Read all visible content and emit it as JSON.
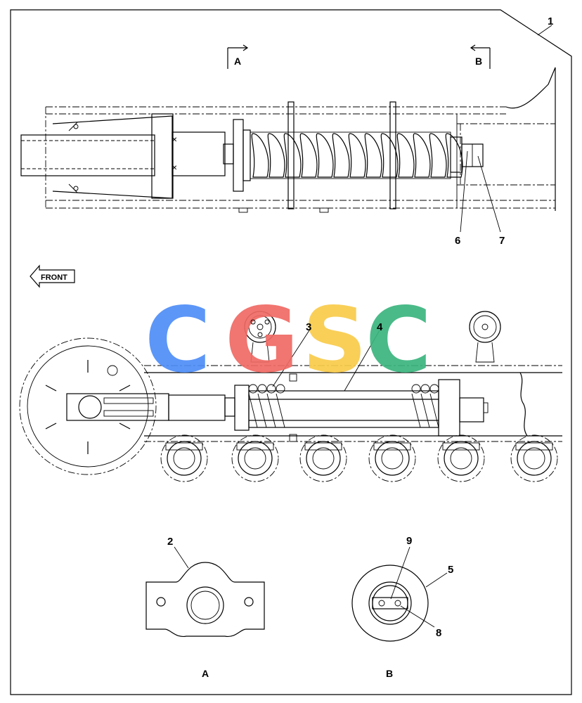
{
  "sheet": {
    "callouts": [
      "1",
      "2",
      "3",
      "4",
      "5",
      "6",
      "7",
      "8",
      "9"
    ],
    "section_markers": [
      "A",
      "B"
    ],
    "section_views": [
      "A",
      "B"
    ],
    "front_label": "FRONT"
  },
  "watermark": {
    "letters": [
      "C",
      "G",
      "S",
      "C"
    ],
    "colors": [
      "#4f8ef7",
      "#f06a64",
      "#f9cc4a",
      "#3bb57e"
    ]
  }
}
